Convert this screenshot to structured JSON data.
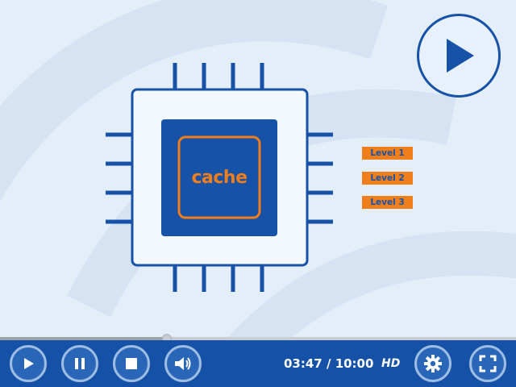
{
  "slide": {
    "chip_label": "cache",
    "levels": [
      "Level 1",
      "Level 2",
      "Level 3"
    ]
  },
  "player": {
    "current_time": "03:47",
    "separator": " / ",
    "duration": "10:00",
    "quality": "HD",
    "progress_fraction": 0.323
  },
  "icons": {
    "big_play": "play-icon",
    "play": "play-icon",
    "pause": "pause-icon",
    "stop": "stop-icon",
    "volume": "volume-icon",
    "settings": "gear-icon",
    "fullscreen": "fullscreen-icon"
  },
  "colors": {
    "accent_blue": "#1652a8",
    "accent_orange": "#f07e1a",
    "background": "#e4eef9",
    "control_bar": "#1551a6"
  }
}
